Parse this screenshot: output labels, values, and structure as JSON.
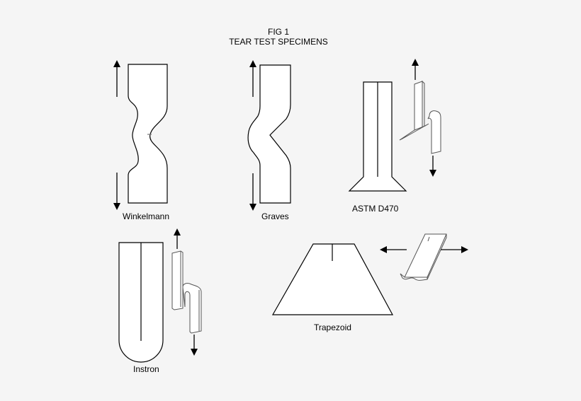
{
  "figure": {
    "title_line1": "FIG 1",
    "title_line2": "TEAR TEST SPECIMENS"
  },
  "specimens": [
    {
      "id": "winkelmann",
      "label": "Winkelmann"
    },
    {
      "id": "graves",
      "label": "Graves"
    },
    {
      "id": "astm-d470",
      "label": "ASTM D470"
    },
    {
      "id": "instron",
      "label": "Instron"
    },
    {
      "id": "trapezoid",
      "label": "Trapezoid"
    }
  ],
  "colors": {
    "background": "#f5f5f5",
    "specimen_fill": "#ffffff",
    "stroke": "#000000",
    "tab_stroke": "#555555"
  }
}
